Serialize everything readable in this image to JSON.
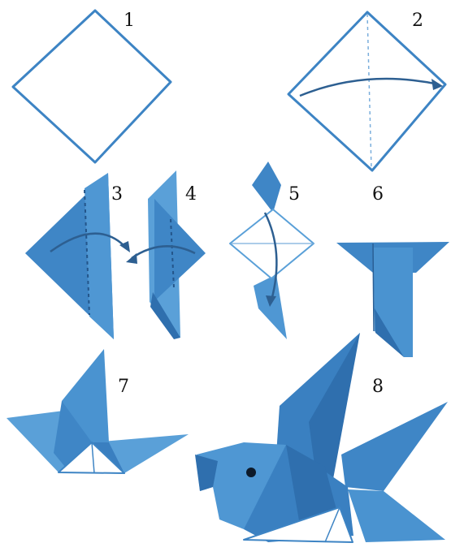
{
  "colors": {
    "paper_light": "#5aa0d8",
    "paper_mid": "#3f86c6",
    "paper_dark": "#2f6fae",
    "outline": "#3d84c4",
    "crease": "#2a5f95",
    "arrow": "#2d5f91",
    "eye": "#0d1a2a"
  },
  "steps": [
    {
      "number": "1"
    },
    {
      "number": "2"
    },
    {
      "number": "3"
    },
    {
      "number": "4"
    },
    {
      "number": "5"
    },
    {
      "number": "6"
    },
    {
      "number": "7"
    },
    {
      "number": "8"
    }
  ]
}
